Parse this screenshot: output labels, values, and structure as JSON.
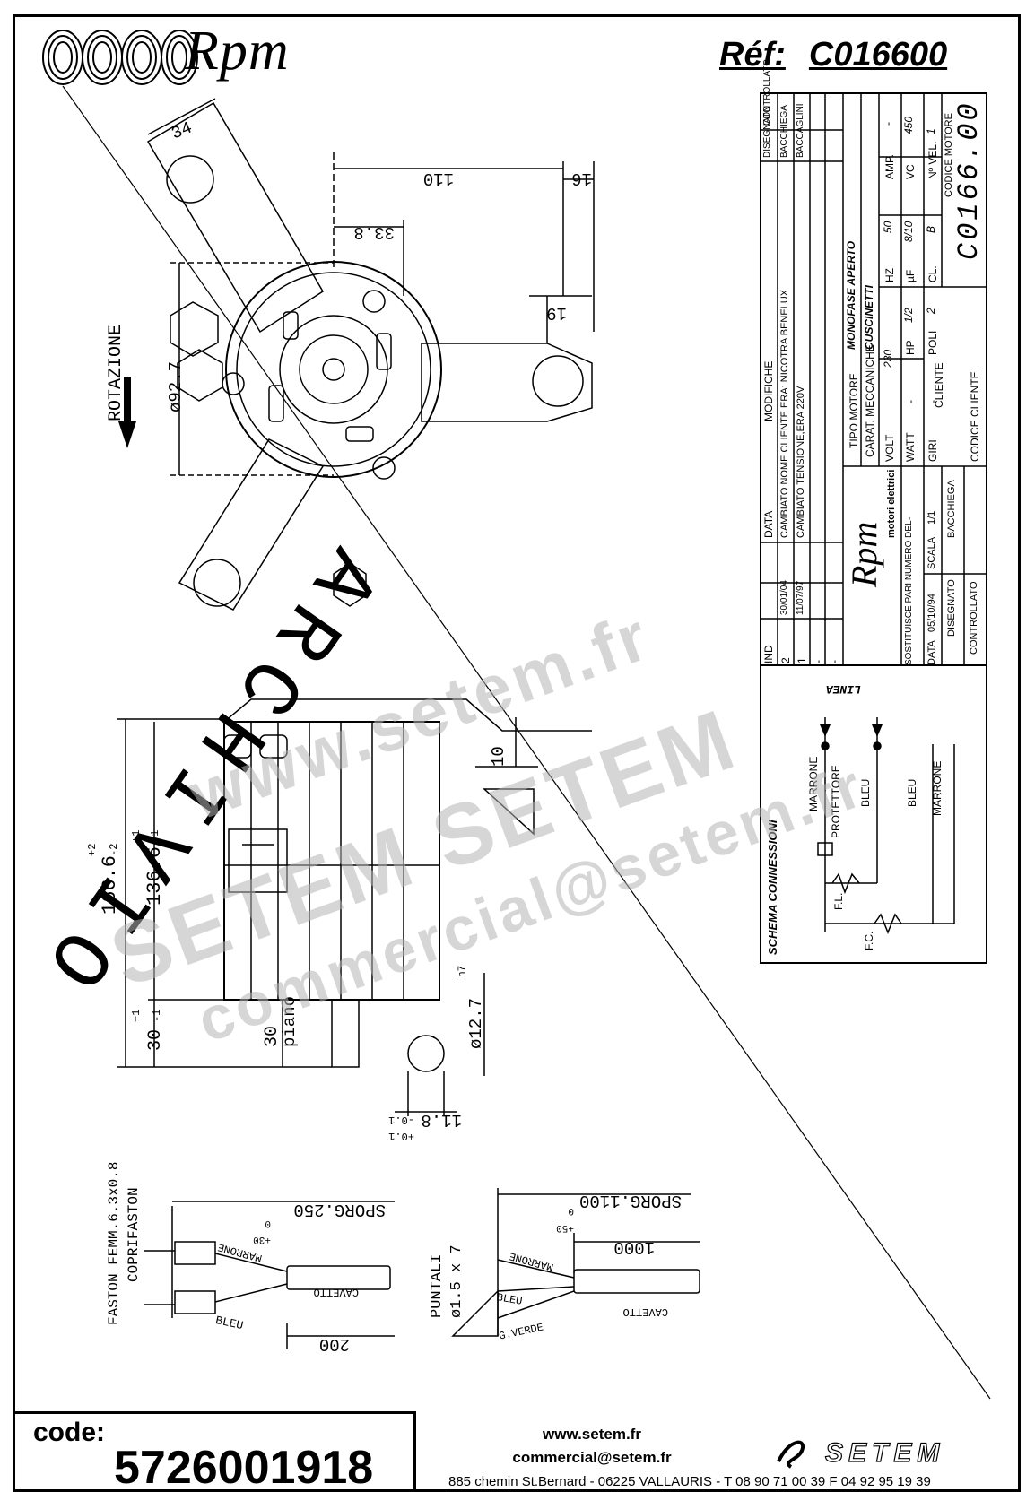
{
  "header": {
    "brand": "Rpm",
    "ref_label": "Réf:",
    "ref_value": "C016600"
  },
  "dimensions": {
    "arm_width": "34",
    "dist_110": "110",
    "dist_16": "16",
    "dist_33_8": "33.8",
    "dist_19": "19",
    "diameter": "ø92.7",
    "rotation": "ROTAZIONE",
    "h_166": "166.6",
    "h_166_tol_plus": "+2",
    "h_166_tol_minus": "-2",
    "h_136": "136.6",
    "h_136_tol_plus": "+1",
    "h_136_tol_minus": "-1",
    "h_30": "30",
    "h_30_tol_plus": "+1",
    "h_30_tol_minus": "-1",
    "h_30_piano": "30",
    "piano": "piano",
    "dist_10": "10",
    "shaft_dia": "ø12.7",
    "shaft_tol": "h7",
    "flat": "11.8",
    "flat_tol_minus": "-0.1",
    "flat_tol_plus": "+0.1",
    "archive": "ARCHIVIO"
  },
  "wiring_left": {
    "title1": "FASTON FEMM.6.3x0.8",
    "title2": "COPRIFASTON",
    "sporg": "SPORG.250",
    "sporg_tol": "+30",
    "sporg_zero": "0",
    "marrone": "MARRONE",
    "bleu": "BLEU",
    "cavetto": "CAVETTO",
    "len": "200"
  },
  "wiring_right": {
    "title1": "PUNTALI",
    "title2": "ø1.5 x 7",
    "sporg": "SPORG.1100",
    "sporg_tol": "+50",
    "sporg_zero": "0",
    "len": "1000",
    "marrone": "MARRONE",
    "bleu": "BLEU",
    "gverde": "G.VERDE",
    "cavetto": "CAVETTO"
  },
  "title_block": {
    "revisions": [
      {
        "ind": "2",
        "data": "30/01/04",
        "text": "CAMBIATO NOME CLIENTE ERA: NICOTRA BENELUX",
        "sign": "BACCHIEGA"
      },
      {
        "ind": "1",
        "data": "11/07/97",
        "text": "CAMBIATO TENSIONE,ERA 220V",
        "sign": "BACCAGLINI"
      }
    ],
    "hdr_ind": "IND",
    "hdr_data": "DATA",
    "hdr_modifiche": "MODIFICHE",
    "hdr_sign": "DISEGNATO",
    "hdr_ctrl": "CONTROLLATO",
    "dash": "-",
    "tipo_motore_label": "TIPO MOTORE",
    "tipo_motore": "MONOFASE APERTO",
    "carat_label": "CARAT. MECCANICHE",
    "carat": "CUSCINETTI",
    "volt_label": "VOLT",
    "volt": "230",
    "hz_label": "HZ",
    "hz": "50",
    "amp_label": "AMP.",
    "amp": "-",
    "watt_label": "WATT",
    "watt": "-",
    "hp_label": "HP",
    "hp": "1/2",
    "uf_label": "µF",
    "uf": "8/10",
    "vc_label": "VC",
    "vc": "450",
    "giri_label": "GIRI",
    "giri": "-",
    "poli_label": "POLI",
    "poli": "2",
    "cl_label": "CL.",
    "cl": "B",
    "nvel_label": "Nº VEL.",
    "nvel": "1",
    "cliente_label": "CLIENTE",
    "codice_motore_label": "CODICE MOTORE",
    "codice_motore": "C0166.00",
    "codice_cliente_label": "CODICE CLIENTE",
    "company": "Rpm",
    "company_sub": "motori elettrici",
    "sostituisce": "SOSTITUISCE PARI NUMERO DEL",
    "sostituisce_val": "-",
    "data_label": "DATA",
    "data_val": "05/10/94",
    "scala_label": "SCALA",
    "scala_val": "1/1",
    "disegnato_label": "DISEGNATO",
    "disegnato_val": "BACCHIEGA",
    "controllato_label": "CONTROLLATO"
  },
  "schema": {
    "title": "SCHEMA CONNESSIONI",
    "linea": "LINEA",
    "marrone": "MARRONE",
    "protettore": "PROTETTORE",
    "bleu": "BLEU",
    "bleu2": "BLEU",
    "marrone2": "MARRONE",
    "fl": "F.L.",
    "fc": "F.C."
  },
  "watermark": {
    "w1": "www.setem.fr",
    "w2": "SETEM SETEM",
    "w3": "commercial@setem.fr"
  },
  "footer": {
    "code_label": "code:",
    "code_value": "5726001918",
    "web": "www.setem.fr",
    "email": "commercial@setem.fr",
    "address": "885 chemin St.Bernard  -  06225 VALLAURIS  -  T 08 90 71 00 39   F 04 92 95 19 39",
    "brand": "SETEM"
  },
  "colors": {
    "ink": "#000000",
    "watermark": "#b4b4b4"
  }
}
